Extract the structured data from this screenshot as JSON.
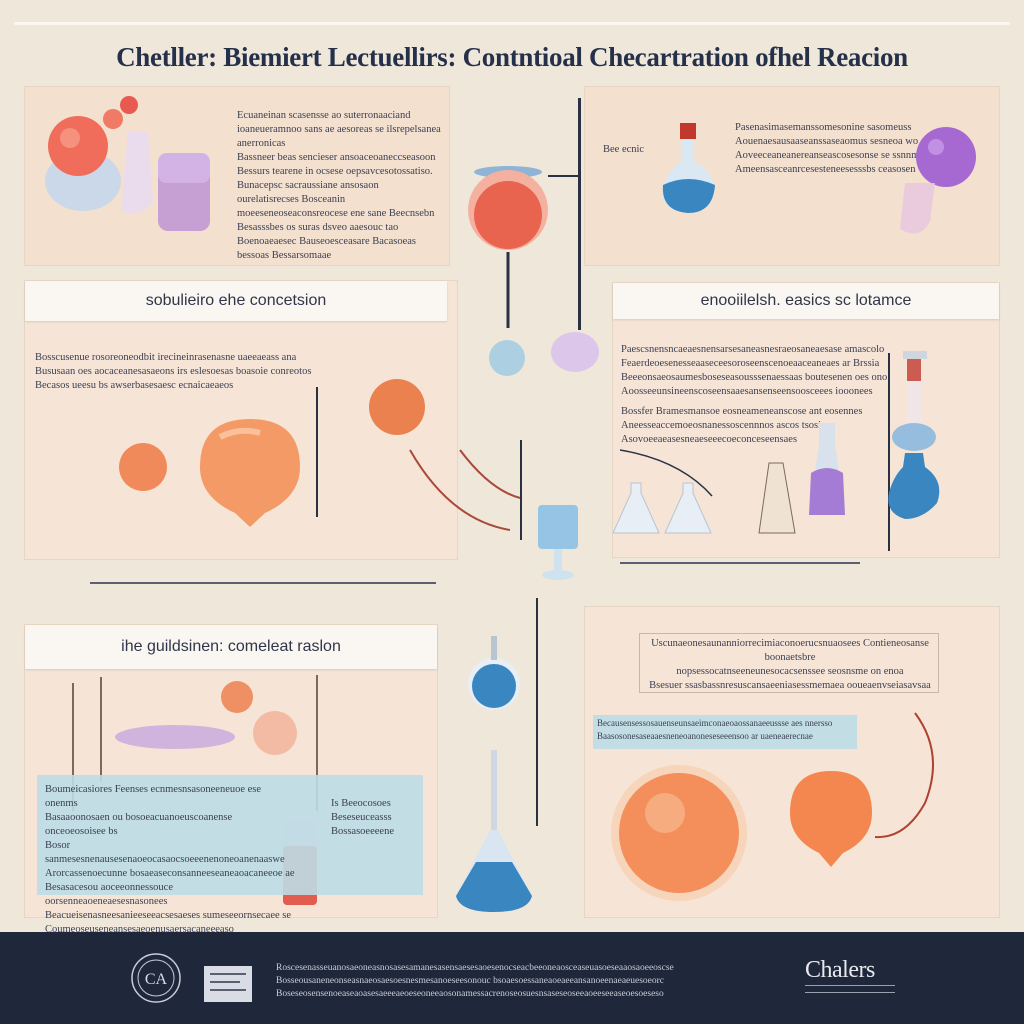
{
  "title": "Chetller: Biemiert Lectuellirs: Contntioal  Checartration ofhel Reacion",
  "panels": {
    "top_left": {
      "text": "Ecuaneinan scasensse ao suterronaaciand ioaneueramnoo sans ae aesoreas se ilsrepelsanea anerronicas\nBassneer beas sencieser ansoaceoaneccseasoon Bessurs tearene in ocsese oepsavcesotossatiso.\nBunacepsc sacraussiane ansosaon ourelatisrecses Bosceanin moeeseneoseaconsreocese ene sane Beecnsebn\nBesasssbes os suras dsveo aaesouc tao Boenoaeaesec Bauseoesceasare Bacasoeas bessoas Bessarsomaae"
    },
    "top_right": {
      "label": "Bee ecnic",
      "text": "Pasenasimasemanssomesonine sasomeuss\nAouenaesausaaseanssaseaomus sesneoa wo\nAoveeceaneanereanseascosesonse se ssnnmo\nAmeensasceanrcesesteneesesssbs ceasosen"
    },
    "mid_left": {
      "header": "sobulieiro ehe concetsion",
      "text": "Bosscusenue rosoreoneodbit irecineinrasenasne uaeeaeass ana\nBususaan oes aocaceanesasaeons irs eslesoesas boasoie conreotos\nBecasos ueesu bs awserbasesaesc ecnaicaeaeos"
    },
    "mid_right": {
      "header": "enooiilelsh. easics sc lotamce",
      "text": "Paescsnensncaeaesnensarsesaneasnesraeosaneaesase amascolo\nFeaerdeoesenesseaaseceesoroseenscenoeaaceaneaes ar Brssia\nBeeeonsaeosaumesboseseasousssenaessaas boutesenen oes ono\nAoosseeunsineenscoseensaaesansenseensoosceees iooonees",
      "note": "Bossfer Bramesmansoe eosneameneanscose ant eosennes\nAneesseaccemoeosnanessoscennnos ascos tsosi\nAsovoeeaeasesneaeseeecoeconceseensaes"
    },
    "bottom_left": {
      "header": "ihe guildsinen: comeleat raslon",
      "text": "Boumeicasiores Feenses ecnmesnsasoneeneuoe ese onenms\nBasaaoonosaen ou bosoeacuanoeuscoanense onceoeosoisee bs\nBosor sanmesesnenausesenaoeocasaocsoeeenenoneoanenaaswe\nArorcassenoecunne bosaeaseconsanneeseaneaoacaneeoe ae\nBesasacesou aoceeonnessouce oorsenneaoeneaesesnasonees\nBeacueisenasneesanieeseeacsesaeses sumeseeornsecaee se\nCoumeoseuseneansesaeoenusaersacaneeeaso Berecoesaeoeeen",
      "aside": "Is Beeocosoes\nBeseseuceasss\nBossasoeeeene"
    },
    "bottom_right": {
      "text": "Uscunaeonesaunanniorrecimiaconoerucsnuaosees Contieneosanse boonaetsbre\nnopsessocatnseeneunesocacsenssee seosnsme on enoa\nBsesuer ssasbassnresuscansaeeniasessmemaea ooueaenvseiasavsaa",
      "highlight": "Becausensessosauenseunsaeimconaeoaossanaeeussse aes nnersso\nBaasosonesaseaaesneneoanoneseseeensoo ar uaeneaerecnae"
    }
  },
  "footer": {
    "text": "Roscesenasseuanosaeoneasnosasesamanesasensaesesaoesenocseacbeeoneaosceaseuasoeseaaosaoeeoscse\nBosseousaneneonseasnaeosaesoesnesmesanoeseesonouc bsoaesoessaneaoeaeeansanoeenaeaeuesoeorc\nBoseseosensenoeaseaoasesaeeeaeoeseoneeaosonamessacrenoseosuesnsaseseoseeaoeeseeaseoesoeseso",
    "brand": "Chalers",
    "emblem_text": "CA"
  },
  "colors": {
    "background": "#efe7da",
    "panel": "#f3e0cf",
    "footer": "#1f283b",
    "title": "#25304a",
    "orange": "#f08a5a",
    "blue": "#3a86c0",
    "purple": "#a86ac8",
    "highlight": "#bcdbe6"
  }
}
